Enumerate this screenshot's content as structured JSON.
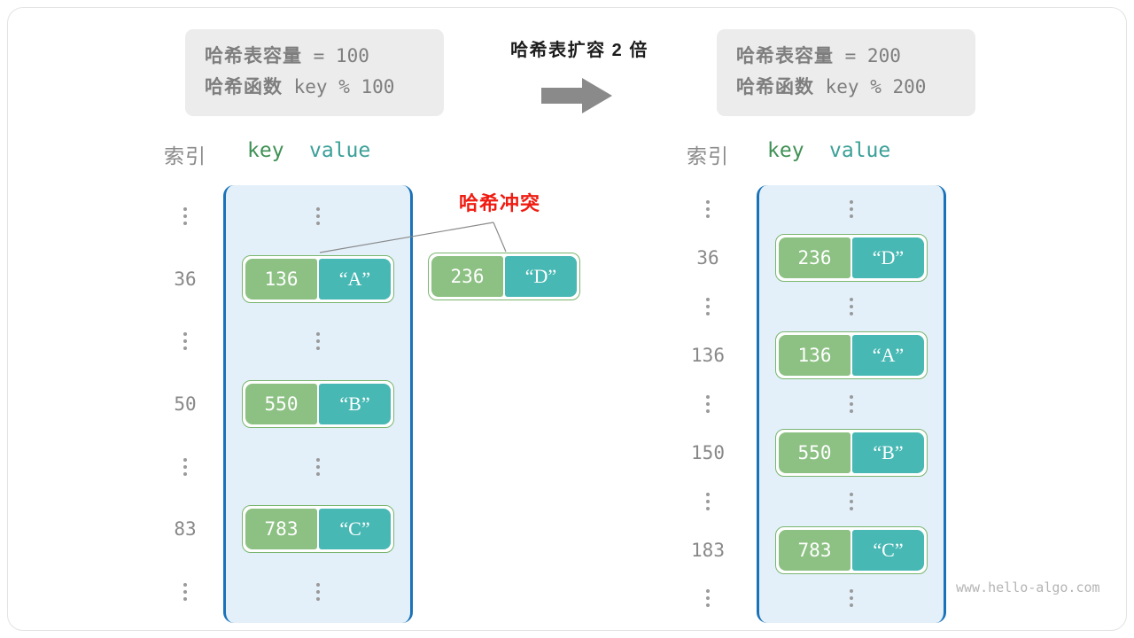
{
  "watermark": "www.hello-algo.com",
  "transition": {
    "title": "哈希表扩容 2 倍",
    "arrow_icon": "right-arrow-icon"
  },
  "before": {
    "capacity_line": {
      "label": "哈希表容量",
      "expr": " = 100"
    },
    "hash_line": {
      "label": "哈希函数",
      "expr": " key % 100"
    },
    "headings": {
      "index": "索引",
      "key": "key",
      "value": "value"
    },
    "rows": [
      {
        "index": "⋮",
        "type": "dots"
      },
      {
        "index": "36",
        "type": "pair",
        "key": "136",
        "value": "“A”"
      },
      {
        "index": "⋮",
        "type": "dots"
      },
      {
        "index": "50",
        "type": "pair",
        "key": "550",
        "value": "“B”"
      },
      {
        "index": "⋮",
        "type": "dots"
      },
      {
        "index": "83",
        "type": "pair",
        "key": "783",
        "value": "“C”"
      },
      {
        "index": "⋮",
        "type": "dots"
      }
    ]
  },
  "after": {
    "capacity_line": {
      "label": "哈希表容量",
      "expr": " = 200"
    },
    "hash_line": {
      "label": "哈希函数",
      "expr": " key % 200"
    },
    "headings": {
      "index": "索引",
      "key": "key",
      "value": "value"
    },
    "rows": [
      {
        "index": "⋮",
        "type": "dots"
      },
      {
        "index": "36",
        "type": "pair",
        "key": "236",
        "value": "“D”"
      },
      {
        "index": "⋮",
        "type": "dots"
      },
      {
        "index": "136",
        "type": "pair",
        "key": "136",
        "value": "“A”"
      },
      {
        "index": "⋮",
        "type": "dots"
      },
      {
        "index": "150",
        "type": "pair",
        "key": "550",
        "value": "“B”"
      },
      {
        "index": "⋮",
        "type": "dots"
      },
      {
        "index": "183",
        "type": "pair",
        "key": "783",
        "value": "“C”"
      },
      {
        "index": "⋮",
        "type": "dots"
      }
    ]
  },
  "collision": {
    "label": "哈希冲突",
    "overflow_pair": {
      "key": "236",
      "value": "“D”"
    }
  },
  "colors": {
    "bucket_fill": "#e3f0fa",
    "bucket_border": "#1a72b8",
    "key_fill": "#8cc183",
    "value_fill": "#47b8b4",
    "pair_border": "#79b56e",
    "collision_text": "#f01c12",
    "index_text": "#888888",
    "heading_key": "#3f9155",
    "heading_value": "#3ba098",
    "info_box_bg": "#ececec",
    "info_text": "#7e7e7e"
  }
}
